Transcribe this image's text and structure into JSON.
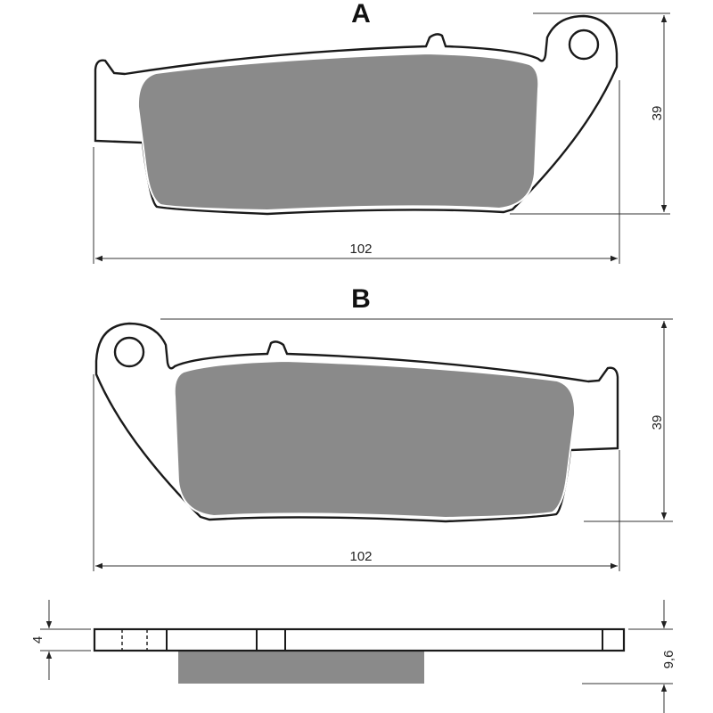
{
  "views": {
    "a": {
      "label": "A",
      "height_dim": "39",
      "width_dim": "102"
    },
    "b": {
      "label": "B",
      "height_dim": "39",
      "width_dim": "102"
    },
    "side": {
      "plate_dim": "4",
      "total_dim": "9,6"
    }
  },
  "colors": {
    "friction": "#8a8a8a",
    "outline": "#1a1a1a"
  }
}
